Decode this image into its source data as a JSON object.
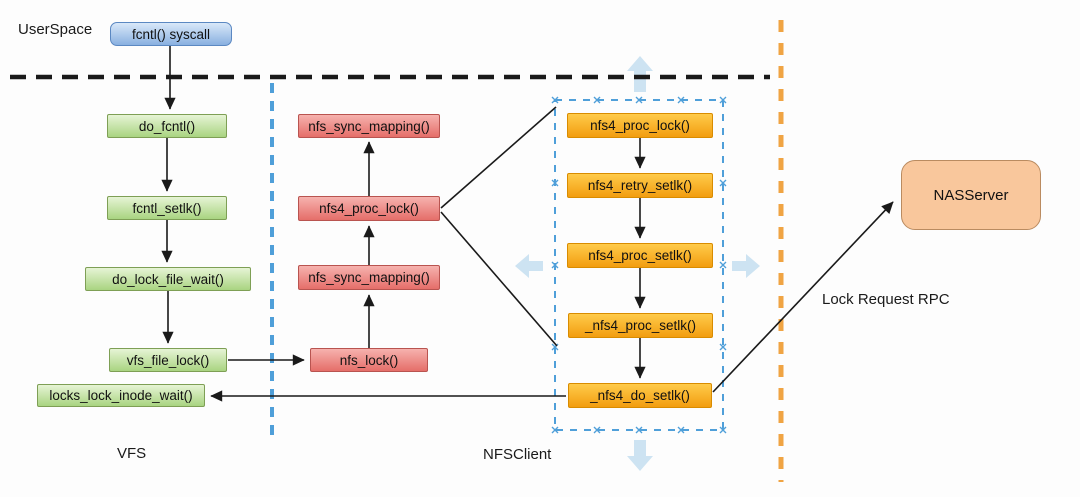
{
  "labels": {
    "userspace": "UserSpace",
    "vfs": "VFS",
    "nfs_client": "NFSClient",
    "lock_request_rpc": "Lock Request RPC"
  },
  "nodes": {
    "fcntl_syscall": "fcntl() syscall",
    "nas_server": "NASServer"
  },
  "columns": {
    "vfs": [
      "do_fcntl()",
      "fcntl_setlk()",
      "do_lock_file_wait()",
      "vfs_file_lock()",
      "locks_lock_inode_wait()"
    ],
    "nfs": [
      "nfs_sync_mapping()",
      "nfs4_proc_lock()",
      "nfs_sync_mapping()",
      "nfs_lock()"
    ],
    "nfs4_detail": [
      "nfs4_proc_lock()",
      "nfs4_retry_setlk()",
      "nfs4_proc_setlk()",
      "_nfs4_proc_setlk()",
      "_nfs4_do_setlk()"
    ]
  },
  "colors": {
    "userspace_node_fill_top": "#d9e8f9",
    "userspace_node_fill_bottom": "#89b0e0",
    "userspace_node_border": "#5b88c2",
    "vfs_node_fill_top": "#e6f4d5",
    "vfs_node_fill_bottom": "#a9d481",
    "vfs_node_border": "#7e9f55",
    "nfs_node_fill_top": "#f6b2ae",
    "nfs_node_fill_bottom": "#e56e69",
    "nfs_node_border": "#b95450",
    "nfs4_node_fill_top": "#ffcb4a",
    "nfs4_node_fill_bottom": "#f29d10",
    "nfs4_node_border": "#d98c00",
    "server_node_fill": "#f9c79c",
    "server_node_border": "#ba8b60",
    "userspace_kernel_boundary": "#1a1a1a",
    "vfs_nfsclient_boundary": "#4f9fd9",
    "client_server_boundary": "#f0a443",
    "selection_box_border": "#4f9fd9",
    "ghost_arrow": "#cde3f2",
    "connector": "#1a1a1a"
  }
}
